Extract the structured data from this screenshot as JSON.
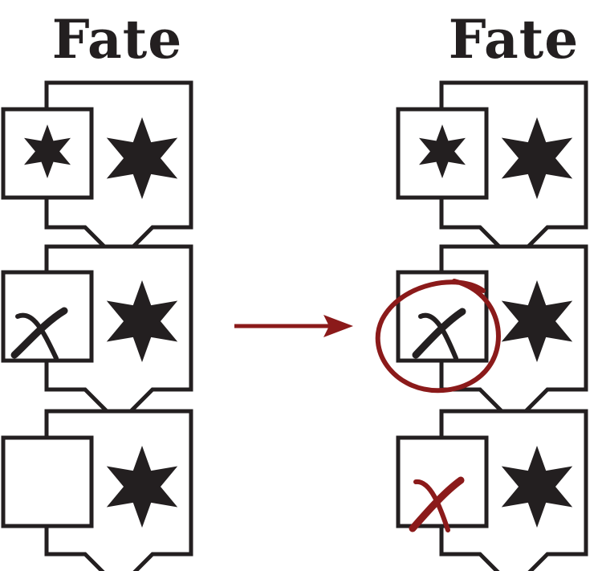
{
  "left_panel": {
    "title": "Fate",
    "rows": [
      {
        "box_mark": "small-star",
        "right_mark": "large-star"
      },
      {
        "box_mark": "black-x",
        "right_mark": "large-star"
      },
      {
        "box_mark": "empty",
        "right_mark": "large-star"
      }
    ]
  },
  "right_panel": {
    "title": "Fate",
    "rows": [
      {
        "box_mark": "small-star",
        "right_mark": "large-star"
      },
      {
        "box_mark": "black-x-circled",
        "right_mark": "large-star"
      },
      {
        "box_mark": "red-x",
        "right_mark": "large-star"
      }
    ]
  },
  "arrow": {
    "direction": "right"
  },
  "colors": {
    "ink": "#231f20",
    "annotation": "#8b1a1a",
    "background": "#ffffff"
  }
}
